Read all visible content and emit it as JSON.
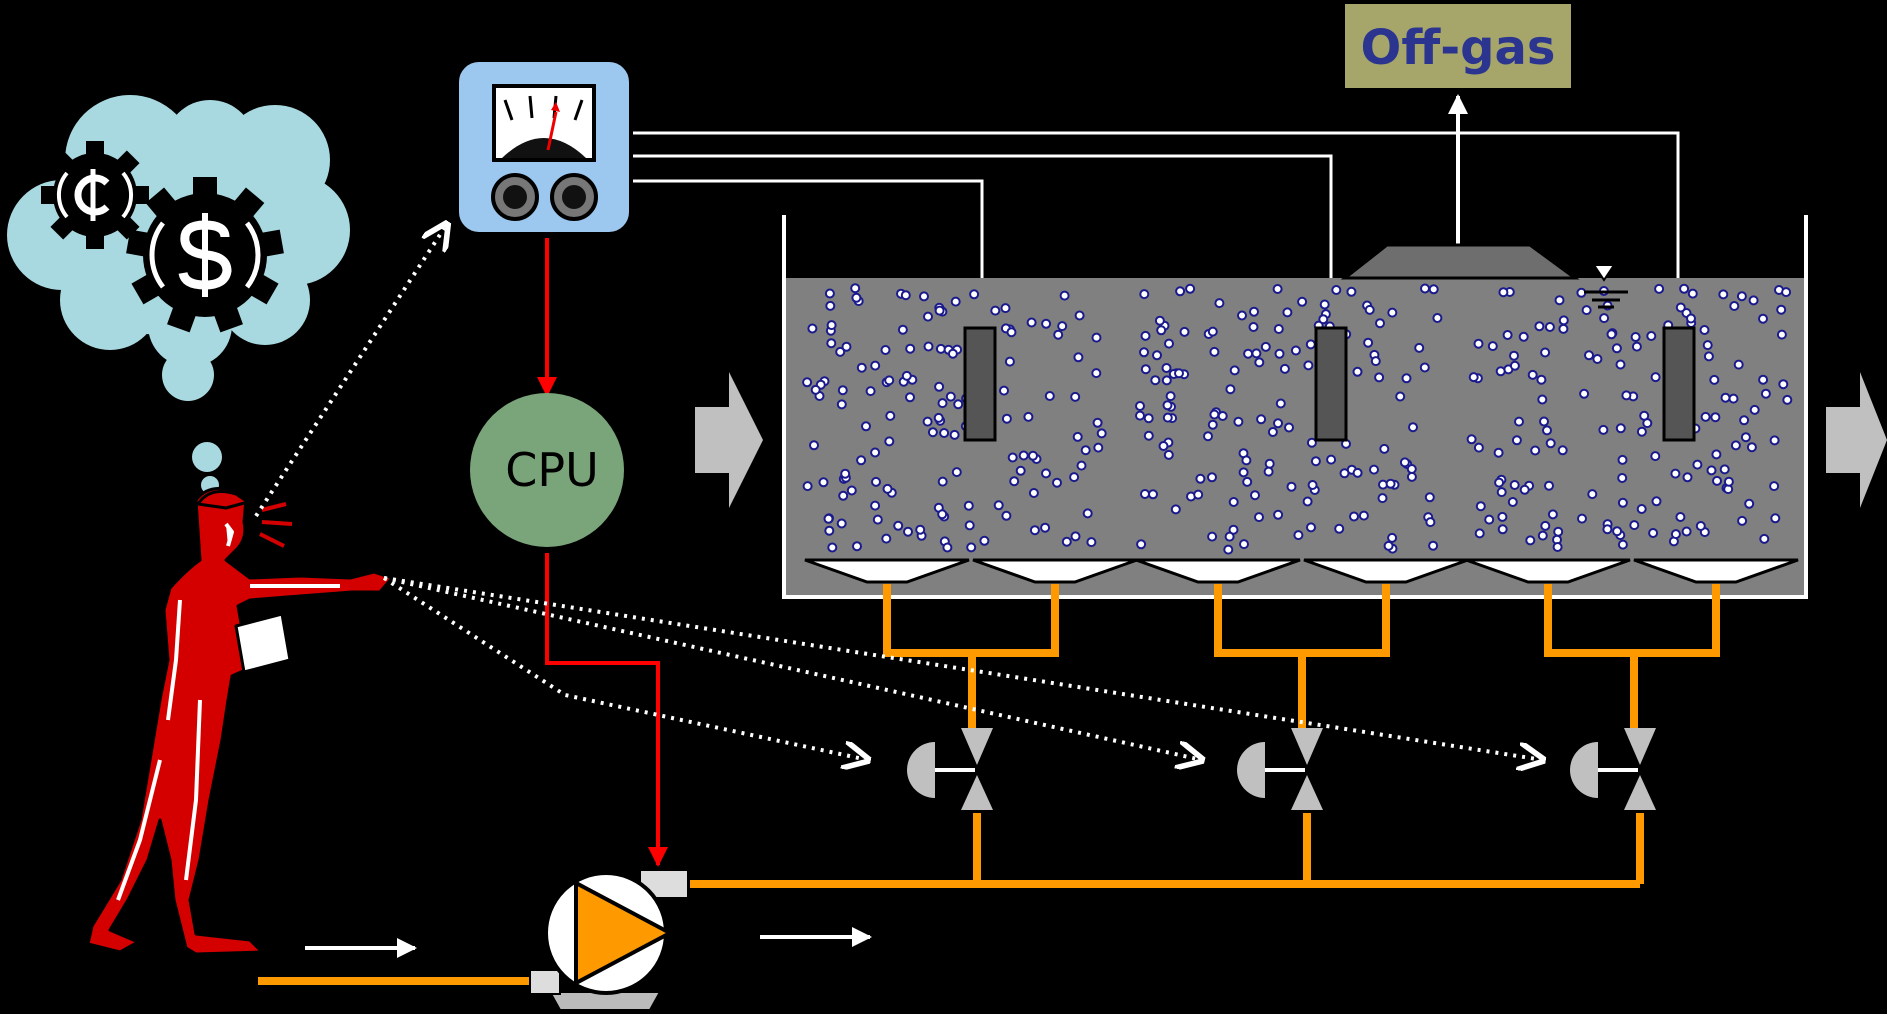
{
  "labels": {
    "off_gas": "Off-gas",
    "cpu": "CPU"
  },
  "colors": {
    "background": "#000000",
    "liquid": "#808080",
    "tank_wall": "#ffffff",
    "air_pipe": "#ff9900",
    "signal_line": "#ff0000",
    "cpu_fill": "#7aa57a",
    "meter_panel": "#9cc8f0",
    "off_gas_box": "#a6a66b",
    "off_gas_text": "#2b3590",
    "bubble_fill": "#ffffff",
    "bubble_stroke": "#1a1a8c",
    "thought_cloud": "#a8d8e0",
    "operator": "#d40000"
  },
  "icons": {
    "meter": "analog-meter-icon",
    "pump": "pump-icon",
    "valve": "control-valve-icon",
    "operator": "operator-figure-icon",
    "cloud": "thought-cloud-icon",
    "cost_gears": "cost-gear-icon",
    "water_level": "water-level-icon",
    "flow_arrow": "flow-arrow-icon"
  },
  "zones": [
    "zone-1",
    "zone-2",
    "zone-3"
  ],
  "diffusers_per_zone": 2
}
